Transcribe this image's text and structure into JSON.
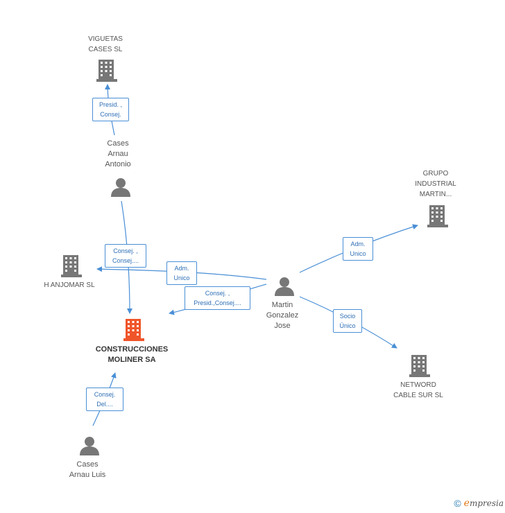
{
  "nodes": {
    "viguetas": {
      "type": "company",
      "color": "#777777",
      "lines": [
        "VIGUETAS",
        "CASES SL"
      ]
    },
    "cases_antonio": {
      "type": "person",
      "color": "#777777",
      "lines": [
        "Cases",
        "Arnau",
        "Antonio"
      ]
    },
    "h_anjomar": {
      "type": "company",
      "color": "#777777",
      "lines": [
        "H ANJOMAR  SL"
      ]
    },
    "construcciones": {
      "type": "company",
      "color": "#f0552a",
      "lines": [
        "CONSTRUCCIONES",
        "MOLINER SA"
      ]
    },
    "cases_luis": {
      "type": "person",
      "color": "#777777",
      "lines": [
        "Cases",
        "Arnau Luis"
      ]
    },
    "martin": {
      "type": "person",
      "color": "#777777",
      "lines": [
        "Martin",
        "Gonzalez",
        "Jose"
      ]
    },
    "grupo": {
      "type": "company",
      "color": "#777777",
      "lines": [
        "GRUPO",
        "INDUSTRIAL",
        "MARTIN..."
      ]
    },
    "netword": {
      "type": "company",
      "color": "#777777",
      "lines": [
        "NETWORD",
        "CABLE SUR SL"
      ]
    }
  },
  "edges": [
    {
      "id": "antonio-viguetas",
      "lines": [
        "Presid. ,",
        "Consej."
      ]
    },
    {
      "id": "antonio-construcciones",
      "lines": [
        "Consej. ,",
        "Consej...."
      ]
    },
    {
      "id": "martin-anjomar",
      "lines": [
        "Adm.",
        "Unico"
      ]
    },
    {
      "id": "martin-construcciones",
      "lines": [
        "Consej. ,",
        "Presid.,Consej...."
      ]
    },
    {
      "id": "martin-grupo",
      "lines": [
        "Adm.",
        "Unico"
      ]
    },
    {
      "id": "martin-netword",
      "lines": [
        "Socio",
        "Único"
      ]
    },
    {
      "id": "luis-construcciones",
      "lines": [
        "Consej.",
        "Del...."
      ]
    }
  ],
  "footer": {
    "copyright": "©",
    "brand_initial": "e",
    "brand_rest": "mpresia"
  },
  "colors": {
    "edge": "#4a8fd6",
    "node": "#777777",
    "focus": "#f0552a"
  }
}
